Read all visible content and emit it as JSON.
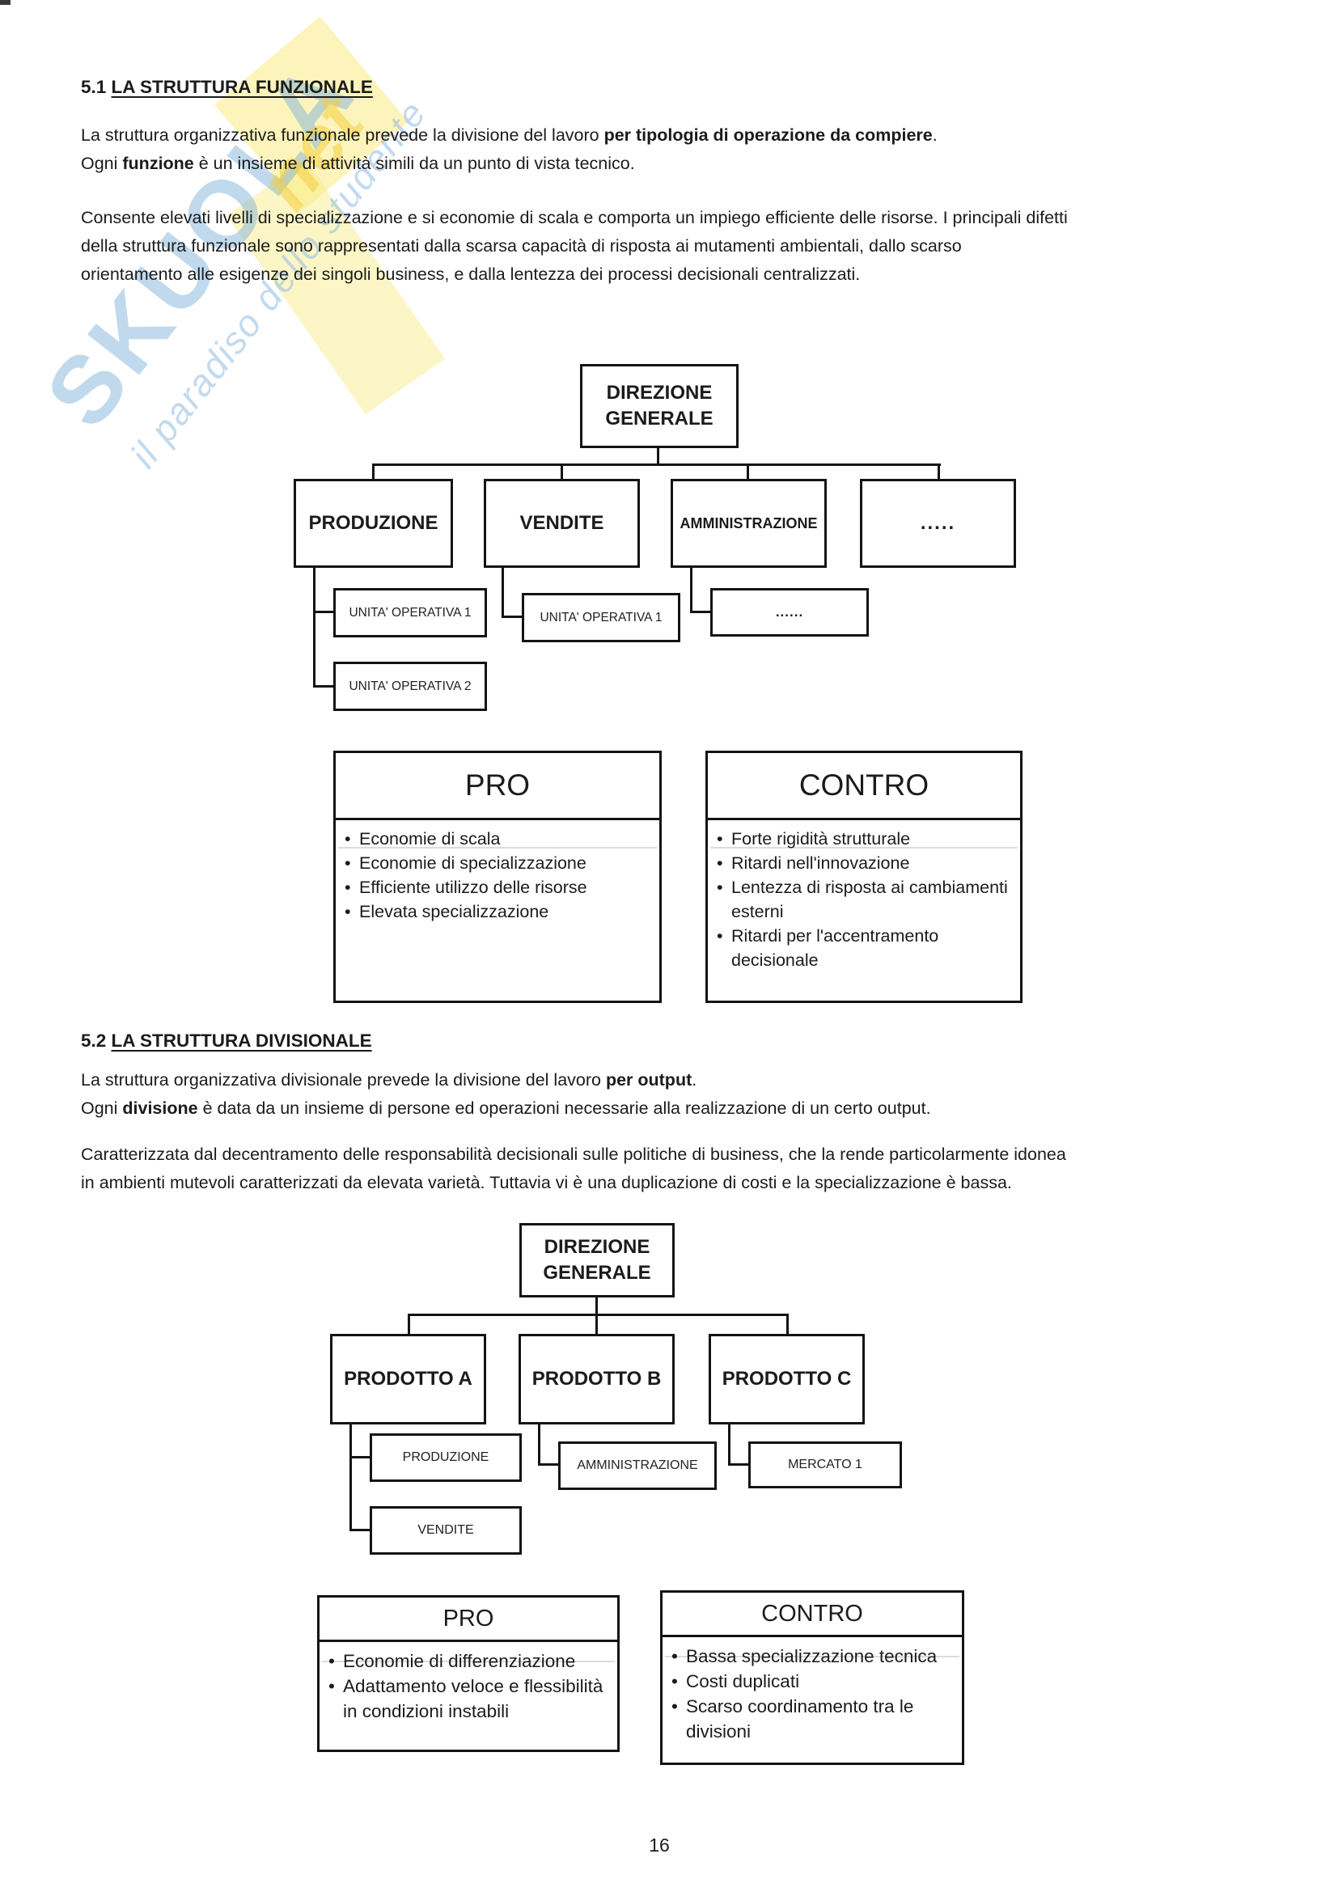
{
  "watermark": {
    "brand": "SKUOLA",
    "suffix": "net",
    "tagline": "il paradiso dello studente",
    "blue": "#7cb0d9",
    "yellow": "#f4e57a"
  },
  "s1": {
    "num": "5.1",
    "title": "LA STRUTTURA FUNZIONALE",
    "p1l1": [
      {
        "t": "La struttura organizzativa funzionale prevede la divisione del lavoro "
      },
      {
        "t": "per tipologia di operazione da compiere",
        "b": true
      },
      {
        "t": "."
      }
    ],
    "p1l2": [
      {
        "t": "Ogni "
      },
      {
        "t": "funzione",
        "b": true
      },
      {
        "t": " è un insieme di attività simili da un punto di vista tecnico."
      }
    ],
    "p2l1": [
      {
        "t": "Consente elevati livelli di specializzazione e si economie di scala e comporta un impiego efficiente delle risorse. I principali difetti"
      }
    ],
    "p2l2": [
      {
        "t": "della struttura funzionale sono rappresentati dalla scarsa capacità di risposta ai mutamenti ambientali, dallo scarso"
      }
    ],
    "p2l3": [
      {
        "t": "orientamento alle esigenze dei singoli business, e dalla lentezza dei processi decisionali centralizzati."
      }
    ]
  },
  "chart1": {
    "root": "DIREZIONE GENERALE",
    "b1": "PRODUZIONE",
    "b2": "VENDITE",
    "b3": "AMMINISTRAZIONE",
    "b4": ".....",
    "c1": "UNITA' OPERATIVA 1",
    "c2": "UNITA' OPERATIVA 2",
    "c3": "UNITA' OPERATIVA 1",
    "c4": "......"
  },
  "pro1": {
    "title": "PRO",
    "items": [
      "Economie di scala",
      "Economie di specializzazione",
      "Efficiente utilizzo delle risorse",
      "Elevata specializzazione"
    ]
  },
  "contro1": {
    "title": "CONTRO",
    "items": [
      "Forte rigidità strutturale",
      "Ritardi nell'innovazione",
      "Lentezza di risposta ai cambiamenti esterni",
      "Ritardi per l'accentramento decisionale"
    ]
  },
  "s2": {
    "num": "5.2",
    "title": "LA STRUTTURA DIVISIONALE",
    "p1l1": [
      {
        "t": "La struttura organizzativa divisionale prevede la divisione del lavoro "
      },
      {
        "t": "per output",
        "b": true
      },
      {
        "t": "."
      }
    ],
    "p1l2": [
      {
        "t": "Ogni "
      },
      {
        "t": "divisione",
        "b": true
      },
      {
        "t": " è data da un insieme di persone ed operazioni necessarie alla realizzazione di un certo output."
      }
    ],
    "p2l1": [
      {
        "t": "Caratterizzata dal decentramento delle responsabilità decisionali sulle politiche di business, che la rende particolarmente idonea"
      }
    ],
    "p2l2": [
      {
        "t": "in ambienti mutevoli caratterizzati da elevata varietà. Tuttavia vi è una duplicazione di costi e la specializzazione è bassa."
      }
    ]
  },
  "chart2": {
    "root": "DIREZIONE GENERALE",
    "b1": "PRODOTTO A",
    "b2": "PRODOTTO B",
    "b3": "PRODOTTO C",
    "c1": "PRODUZIONE",
    "c2": "VENDITE",
    "c3": "AMMINISTRAZIONE",
    "c4": "MERCATO 1"
  },
  "pro2": {
    "title": "PRO",
    "items": [
      "Economie di differenziazione",
      "Adattamento veloce e flessibilità in condizioni instabili"
    ]
  },
  "contro2": {
    "title": "CONTRO",
    "items": [
      "Bassa specializzazione tecnica",
      "Costi duplicati",
      "Scarso coordinamento tra le divisioni"
    ]
  },
  "page_number": "16"
}
